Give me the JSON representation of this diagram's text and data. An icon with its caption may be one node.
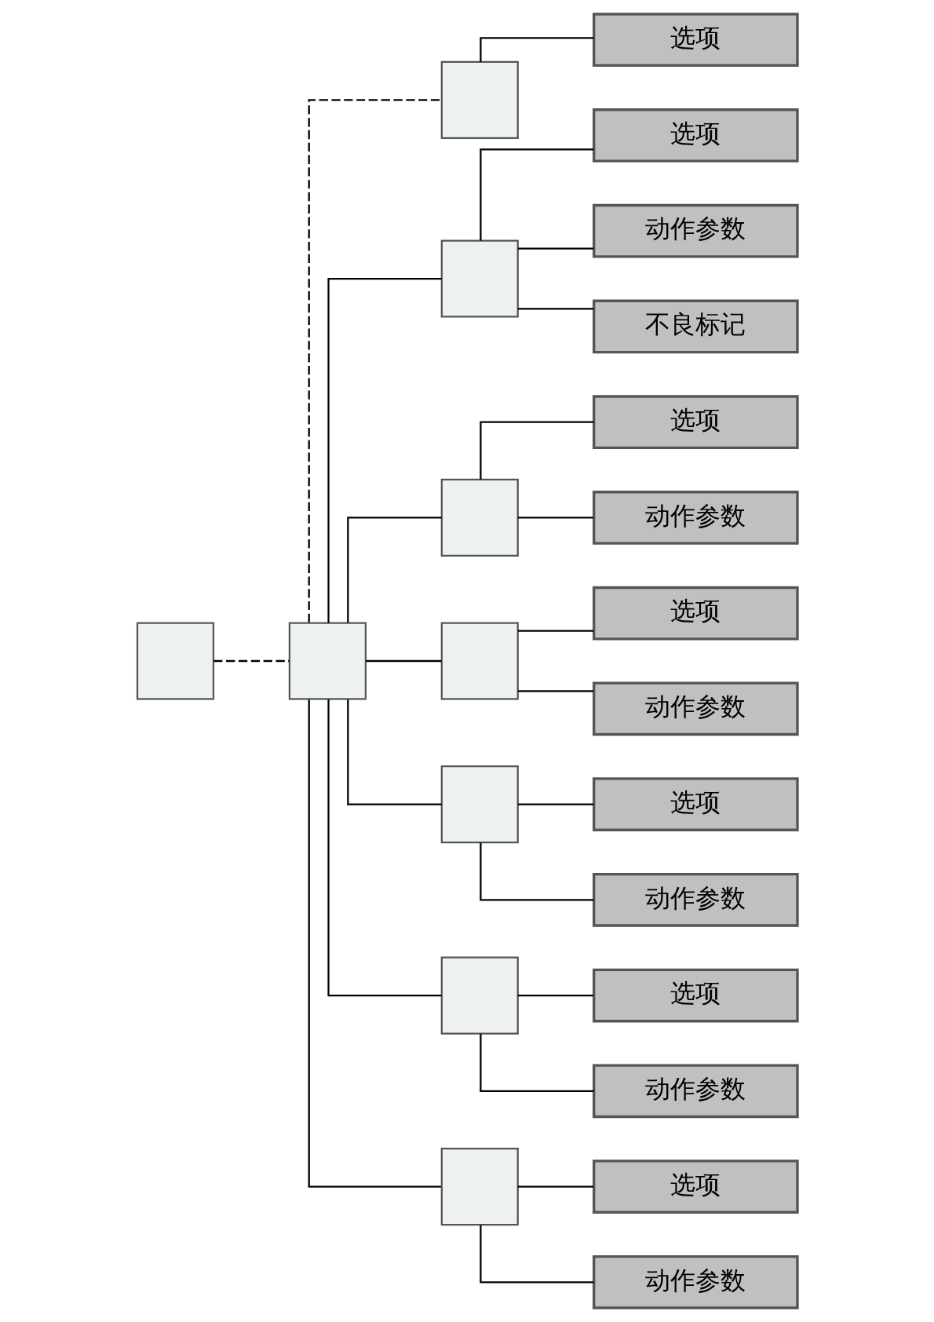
{
  "diagram": {
    "nodes": [
      {
        "text": [],
        "shape": "box"
      },
      {
        "text": [],
        "shape": "box"
      },
      {
        "text": [],
        "shape": "box"
      },
      {
        "text": [
          "选项"
        ]
      },
      {
        "text": [],
        "shape": "box"
      },
      {
        "text": [
          "选项"
        ]
      },
      {
        "text": [
          "动作参数"
        ]
      },
      {
        "text": [
          "不良标记"
        ]
      },
      {
        "text": [],
        "shape": "box"
      },
      {
        "text": [
          "选项"
        ]
      },
      {
        "text": [
          "动作参数"
        ]
      },
      {
        "text": [],
        "shape": "box"
      },
      {
        "text": [
          "选项"
        ]
      },
      {
        "text": [
          "动作参数"
        ]
      },
      {
        "text": [],
        "shape": "box"
      },
      {
        "text": [
          "选项"
        ]
      },
      {
        "text": [
          "动作参数"
        ]
      },
      {
        "text": [],
        "shape": "box"
      },
      {
        "text": [
          "选项"
        ]
      },
      {
        "text": [
          "动作参数"
        ]
      },
      {
        "text": [],
        "shape": "box"
      },
      {
        "text": [
          "选项"
        ]
      },
      {
        "text": [
          "动作参数"
        ]
      }
    ],
    "edges": [
      {
        "from": 0,
        "to": 1,
        "arrow": "none",
        "style": "dashed"
      },
      {
        "from": 1,
        "to": 2,
        "arrow": "none",
        "style": "dashed"
      },
      {
        "from": 1,
        "to": 4,
        "arrow": "none"
      },
      {
        "from": 1,
        "to": 8,
        "arrow": "none"
      },
      {
        "from": 1,
        "to": 11,
        "arrow": "none"
      },
      {
        "from": 1,
        "to": 14,
        "arrow": "none"
      },
      {
        "from": 1,
        "to": 17,
        "arrow": "none"
      },
      {
        "from": 1,
        "to": 20,
        "arrow": "none"
      },
      {
        "from": 2,
        "to": 3,
        "arrow": "none"
      },
      {
        "from": 4,
        "to": 5,
        "arrow": "none"
      },
      {
        "from": 4,
        "to": 6,
        "arrow": "none"
      },
      {
        "from": 4,
        "to": 7,
        "arrow": "none"
      },
      {
        "from": 8,
        "to": 9,
        "arrow": "none"
      },
      {
        "from": 8,
        "to": 10,
        "arrow": "none"
      },
      {
        "from": 11,
        "to": 12,
        "arrow": "none"
      },
      {
        "from": 11,
        "to": 13,
        "arrow": "none"
      },
      {
        "from": 14,
        "to": 15,
        "arrow": "none"
      },
      {
        "from": 14,
        "to": 16,
        "arrow": "none"
      },
      {
        "from": 17,
        "to": 18,
        "arrow": "none"
      },
      {
        "from": 17,
        "to": 19,
        "arrow": "none"
      },
      {
        "from": 20,
        "to": 21,
        "arrow": "none"
      },
      {
        "from": 20,
        "to": 22,
        "arrow": "none"
      }
    ]
  }
}
